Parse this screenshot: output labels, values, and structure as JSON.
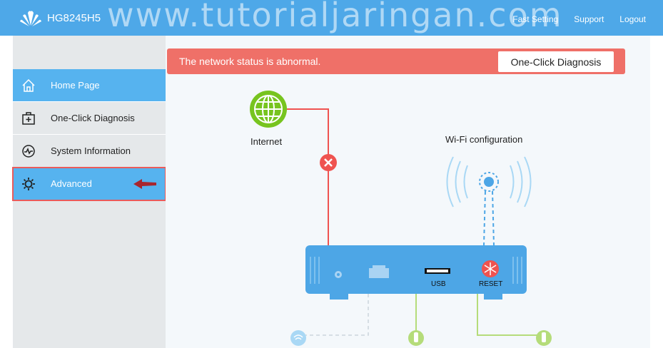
{
  "header": {
    "model": "HG8245H5",
    "watermark": "www.tutorialjaringan.com",
    "links": [
      "Fast Setting",
      "Support",
      "Logout"
    ]
  },
  "sidebar": {
    "items": [
      {
        "label": "Home Page",
        "icon": "home-icon"
      },
      {
        "label": "One-Click Diagnosis",
        "icon": "first-aid-icon"
      },
      {
        "label": "System Information",
        "icon": "pulse-icon"
      },
      {
        "label": "Advanced",
        "icon": "gear-icon"
      }
    ]
  },
  "alert": {
    "message": "The network status is abnormal.",
    "button": "One-Click Diagnosis"
  },
  "diagram": {
    "internet_label": "Internet",
    "wifi_label": "Wi-Fi configuration",
    "usb_label": "USB",
    "reset_label": "RESET"
  },
  "colors": {
    "header_bg": "#4ea8e8",
    "active_bg": "#56b3ef",
    "alert_bg": "#ef7068",
    "router": "#4da6e6",
    "internet_globe": "#77c41f",
    "error_red": "#ef5350"
  }
}
